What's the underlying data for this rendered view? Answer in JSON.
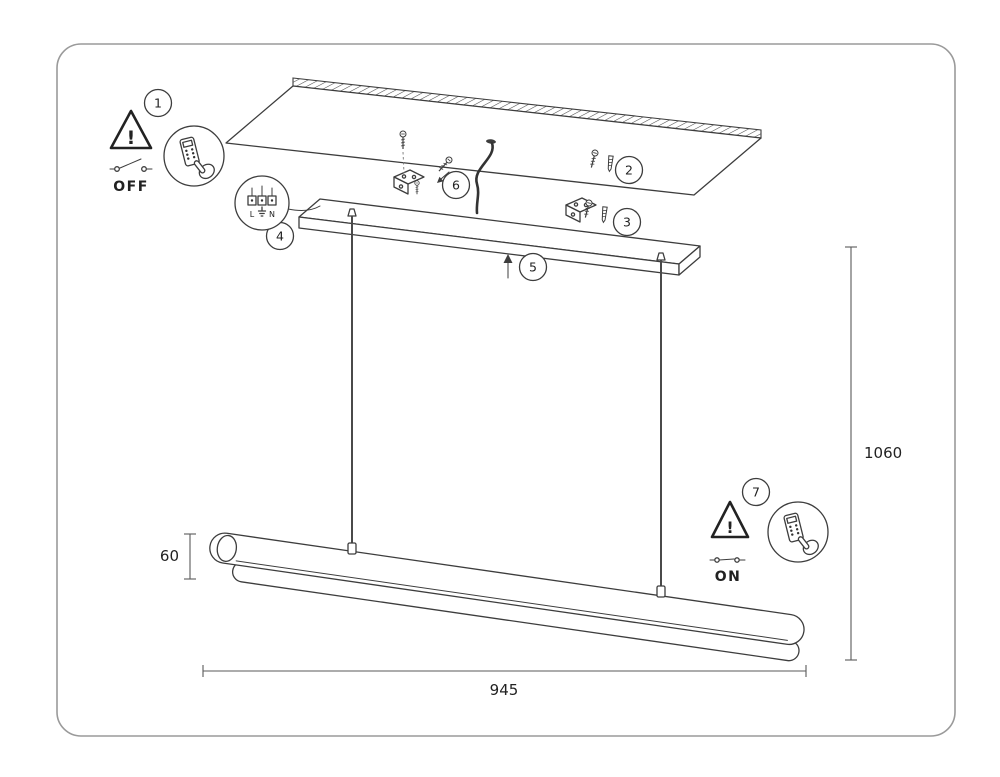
{
  "diagram": {
    "callouts": {
      "c1": "1",
      "c2": "2",
      "c3": "3",
      "c4": "4",
      "c5": "5",
      "c6": "6",
      "c7": "7"
    },
    "warnings": {
      "mark": "!"
    },
    "power": {
      "off_label": "OFF",
      "on_label": "ON"
    },
    "dimensions": {
      "suspension_height": "1060",
      "fixture_length": "945",
      "fixture_diameter": "60"
    },
    "wiring": {
      "live_label": "L",
      "neutral_label": "N"
    }
  }
}
